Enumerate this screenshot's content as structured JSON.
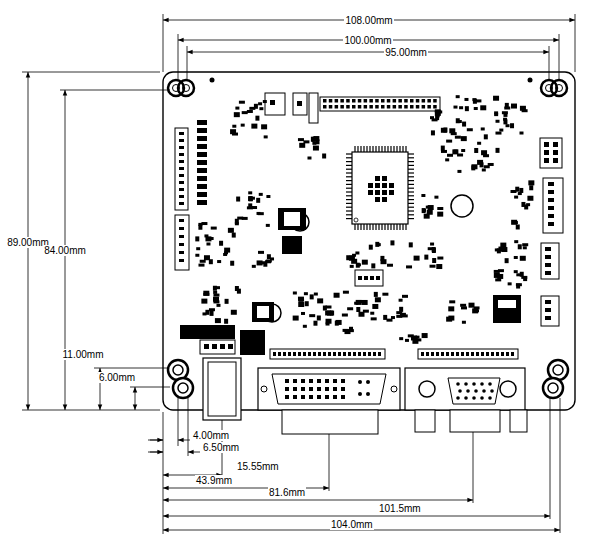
{
  "diagram": {
    "labels": [
      "108.00mm",
      "100.00mm",
      "95.00mm",
      "89.00mm",
      "84.00mm",
      "11.00mm",
      "6.00mm",
      "4.00mm",
      "6.50mm",
      "15.55mm",
      "43.9mm",
      "81.6mm",
      "101.5mm",
      "104.0mm"
    ]
  }
}
